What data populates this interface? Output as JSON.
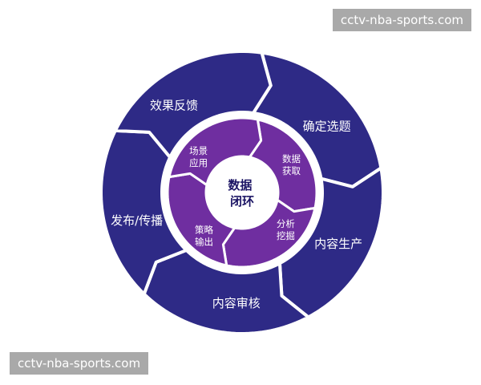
{
  "watermark": {
    "top": "cctv-nba-sports.com",
    "bottom": "cctv-nba-sports.com"
  },
  "colors": {
    "outer_ring": "#2e2a86",
    "inner_ring": "#6f2ea0",
    "center": "#ffffff",
    "background": "#ffffff",
    "watermark_bg": "#a9a9a9"
  },
  "diagram": {
    "center_label": [
      "数据",
      "闭环"
    ],
    "outer_segments": [
      {
        "label": "确定选题"
      },
      {
        "label": "内容生产"
      },
      {
        "label": "内容审核"
      },
      {
        "label": "发布/传播"
      },
      {
        "label": "效果反馈"
      }
    ],
    "inner_segments": [
      {
        "label": [
          "数据",
          "获取"
        ]
      },
      {
        "label": [
          "分析",
          "挖掘"
        ]
      },
      {
        "label": [
          "策略",
          "输出"
        ]
      },
      {
        "label": [
          "场景",
          "应用"
        ]
      }
    ]
  }
}
